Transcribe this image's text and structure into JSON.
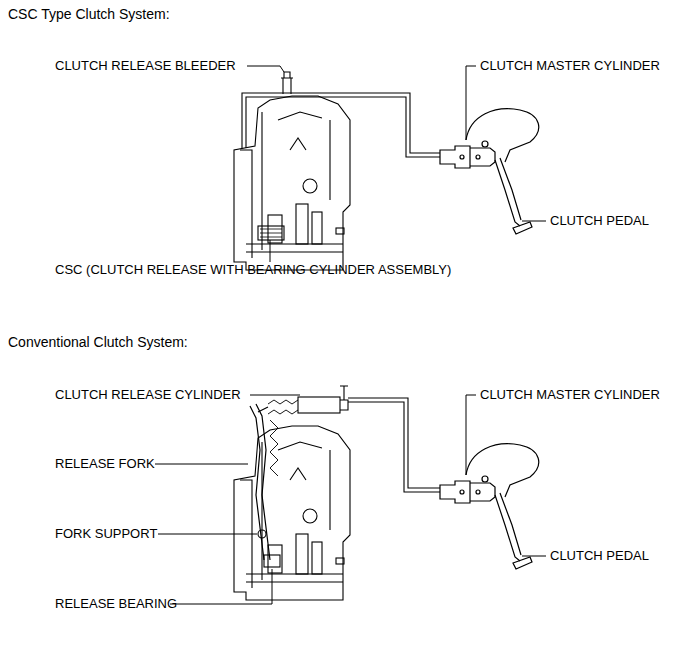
{
  "diagram": {
    "labels": [
      "CSC Type Clutch System:",
      "CLUTCH RELEASE BLEEDER",
      "CLUTCH MASTER CYLINDER",
      "CLUTCH PEDAL",
      "CSC (CLUTCH RELEASE WITH BEARING CYLINDER ASSEMBLY)",
      "Conventional Clutch System:",
      "CLUTCH RELEASE CYLINDER",
      "RELEASE FORK",
      "FORK SUPPORT",
      "RELEASE BEARING",
      "CLUTCH MASTER CYLINDER",
      "CLUTCH PEDAL"
    ]
  }
}
